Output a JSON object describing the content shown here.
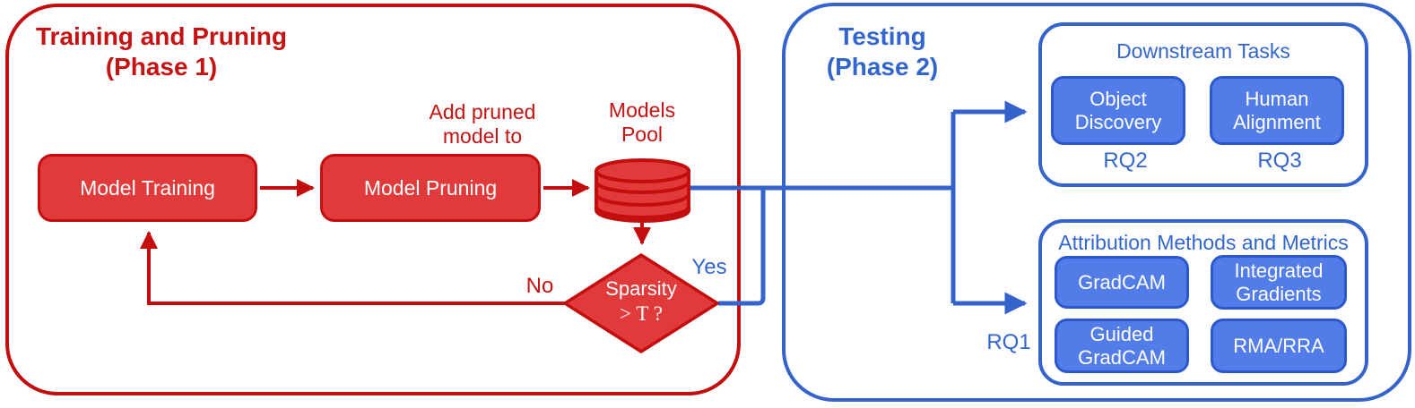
{
  "colors": {
    "red-line": "#C40E0E",
    "red-fill": "#E13A3A",
    "red-text": "#C51212",
    "blue-line": "#3463CB",
    "blue-fill": "#527CE8",
    "blue-fill-border": "#2B58CC",
    "blue-text": "#3366CC",
    "white-text": "#FFFFFF"
  },
  "phase1": {
    "title_line1": "Training and Pruning",
    "title_line2": "(Phase 1)",
    "model_training": "Model Training",
    "model_pruning": "Model Pruning",
    "add_pruned_line1": "Add pruned",
    "add_pruned_line2": "model to",
    "models_pool_line1": "Models",
    "models_pool_line2": "Pool",
    "decision_line1": "Sparsity",
    "decision_line2": "> T ?",
    "no_label": "No",
    "yes_label": "Yes"
  },
  "phase2": {
    "title_line1": "Testing",
    "title_line2": "(Phase 2)",
    "downstream": {
      "title": "Downstream Tasks",
      "buttons": [
        "Object Discovery",
        "Human Alignment"
      ],
      "rq_labels": [
        "RQ2",
        "RQ3"
      ]
    },
    "attribution": {
      "title": "Attribution Methods and Metrics",
      "buttons": [
        "GradCAM",
        "Integrated Gradients",
        "Guided GradCAM",
        "RMA/RRA"
      ],
      "rq_label": "RQ1"
    }
  }
}
